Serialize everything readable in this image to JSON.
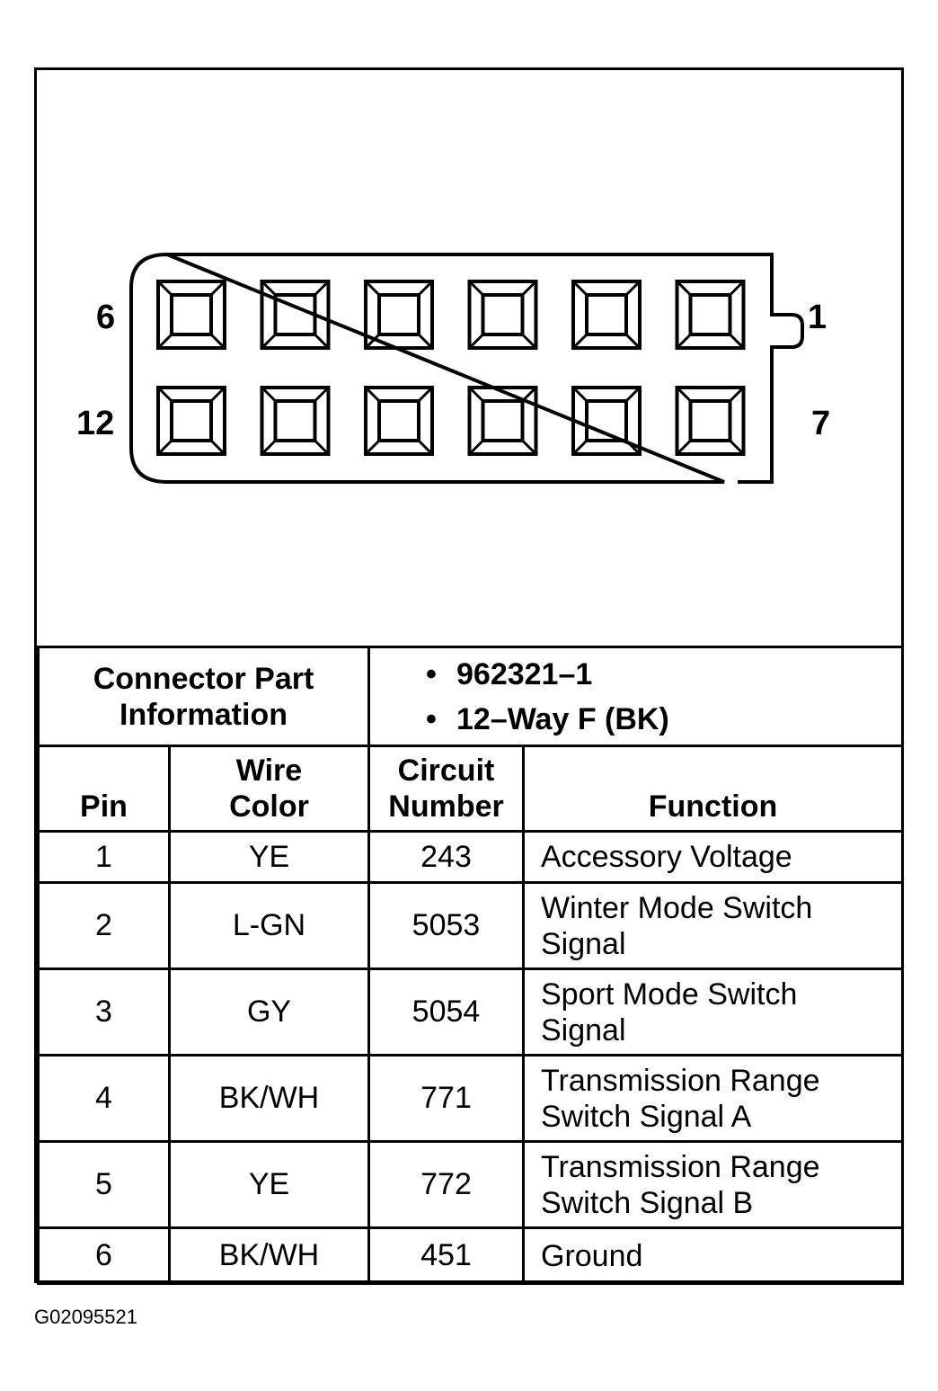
{
  "connector": {
    "pin_labels": {
      "top_left": "6",
      "top_right": "1",
      "bottom_left": "12",
      "bottom_right": "7"
    },
    "cavities_per_row": 6,
    "rows": 2
  },
  "part_info": {
    "label": "Connector Part Information",
    "label_line1": "Connector Part",
    "label_line2": "Information",
    "items": [
      "962321–1",
      "12–Way F (BK)"
    ]
  },
  "table": {
    "headers": {
      "pin": "Pin",
      "wire_color_line1": "Wire",
      "wire_color_line2": "Color",
      "circuit_line1": "Circuit",
      "circuit_line2": "Number",
      "function": "Function"
    },
    "rows": [
      {
        "pin": "1",
        "wire_color": "YE",
        "circuit": "243",
        "function_line1": "Accessory Voltage",
        "function_line2": ""
      },
      {
        "pin": "2",
        "wire_color": "L-GN",
        "circuit": "5053",
        "function_line1": "Winter Mode Switch",
        "function_line2": "Signal"
      },
      {
        "pin": "3",
        "wire_color": "GY",
        "circuit": "5054",
        "function_line1": "Sport Mode Switch",
        "function_line2": "Signal"
      },
      {
        "pin": "4",
        "wire_color": "BK/WH",
        "circuit": "771",
        "function_line1": "Transmission Range",
        "function_line2": "Switch Signal A"
      },
      {
        "pin": "5",
        "wire_color": "YE",
        "circuit": "772",
        "function_line1": "Transmission Range",
        "function_line2": "Switch Signal B"
      },
      {
        "pin": "6",
        "wire_color": "BK/WH",
        "circuit": "451",
        "function_line1": "Ground",
        "function_line2": ""
      }
    ]
  },
  "figure_id": "G02095521"
}
